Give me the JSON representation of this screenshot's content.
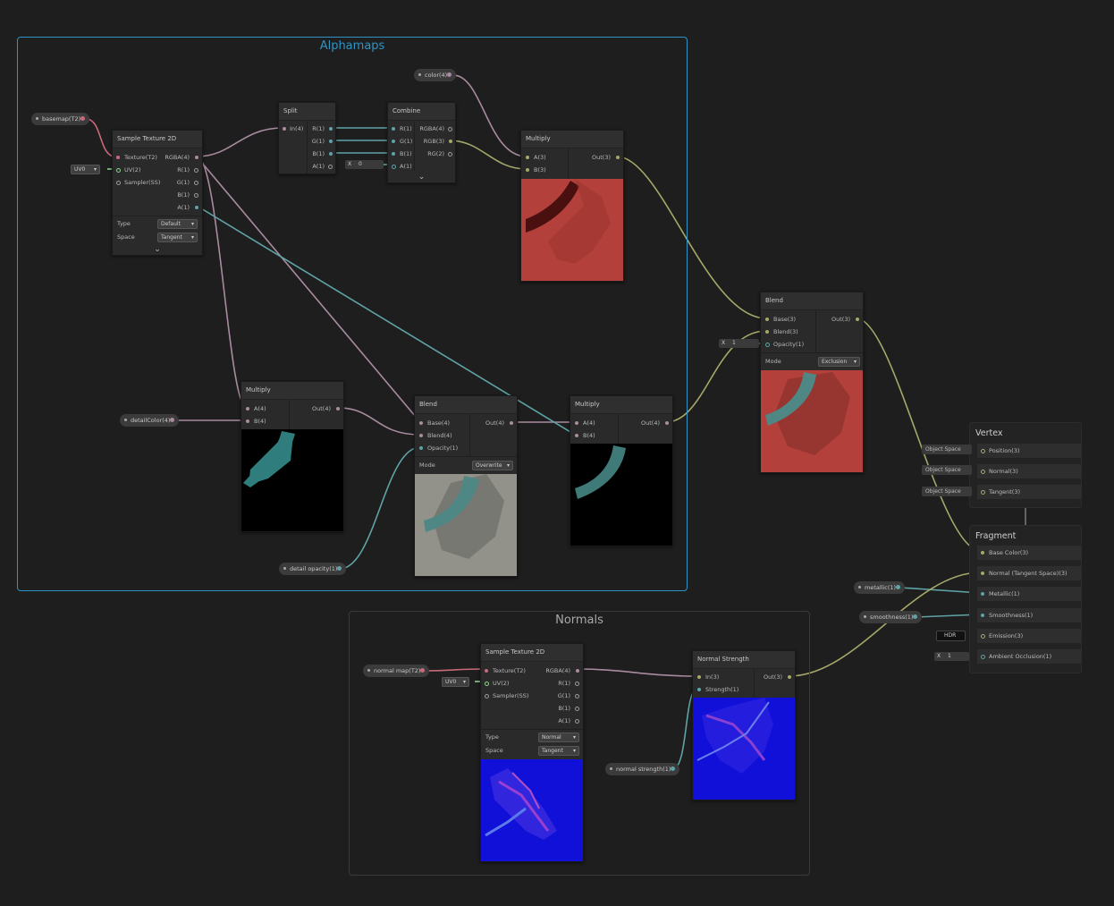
{
  "groups": {
    "alphamaps": "Alphamaps",
    "normals": "Normals"
  },
  "properties": {
    "basemap": "basemap(T2)",
    "color": "color(4)",
    "detail_color": "detailColor(4)",
    "detail_opacity": "detail opacity(1)",
    "normal_map": "normal map(T2)",
    "normal_strength": "normal strength(1)",
    "metallic": "metallic(1)",
    "smoothness": "smoothness(1)"
  },
  "sample_tex": {
    "title": "Sample Texture 2D",
    "inputs": [
      "Texture(T2)",
      "UV(2)",
      "Sampler(SS)"
    ],
    "outputs": [
      "RGBA(4)",
      "R(1)",
      "G(1)",
      "B(1)",
      "A(1)"
    ],
    "type_label": "Type",
    "type_value": "Default",
    "space_label": "Space",
    "space_value": "Tangent",
    "uv": "UV0"
  },
  "split": {
    "title": "Split",
    "input": "In(4)",
    "outputs": [
      "R(1)",
      "G(1)",
      "B(1)",
      "A(1)"
    ]
  },
  "combine": {
    "title": "Combine",
    "inputs": [
      "R(1)",
      "G(1)",
      "B(1)",
      "A(1)"
    ],
    "outputs": [
      "RGBA(4)",
      "RGB(3)",
      "RG(2)"
    ],
    "x_label": "X",
    "x_value": "0"
  },
  "multiply_top": {
    "title": "Multiply",
    "inputs": [
      "A(3)",
      "B(3)"
    ],
    "output": "Out(3)"
  },
  "multiply_left": {
    "title": "Multiply",
    "inputs": [
      "A(4)",
      "B(4)"
    ],
    "output": "Out(4)"
  },
  "blend_mid": {
    "title": "Blend",
    "inputs": [
      "Base(4)",
      "Blend(4)",
      "Opacity(1)"
    ],
    "output": "Out(4)",
    "mode_label": "Mode",
    "mode_value": "Overwrite"
  },
  "multiply_right": {
    "title": "Multiply",
    "inputs": [
      "A(4)",
      "B(4)"
    ],
    "output": "Out(4)"
  },
  "blend_right": {
    "title": "Blend",
    "inputs": [
      "Base(3)",
      "Blend(3)",
      "Opacity(1)"
    ],
    "output": "Out(3)",
    "mode_label": "Mode",
    "mode_value": "Exclusion",
    "x_label": "X",
    "x_value": "1"
  },
  "sample_tex_normal": {
    "title": "Sample Texture 2D",
    "inputs": [
      "Texture(T2)",
      "UV(2)",
      "Sampler(SS)"
    ],
    "outputs": [
      "RGBA(4)",
      "R(1)",
      "G(1)",
      "B(1)",
      "A(1)"
    ],
    "type_label": "Type",
    "type_value": "Normal",
    "space_label": "Space",
    "space_value": "Tangent",
    "uv": "UV0"
  },
  "normal_strength": {
    "title": "Normal Strength",
    "inputs": [
      "In(3)",
      "Strength(1)"
    ],
    "output": "Out(3)"
  },
  "vertex": {
    "title": "Vertex",
    "slots": [
      "Position(3)",
      "Normal(3)",
      "Tangent(3)"
    ],
    "space": "Object Space"
  },
  "fragment": {
    "title": "Fragment",
    "slots": [
      "Base Color(3)",
      "Normal (Tangent Space)(3)",
      "Metallic(1)",
      "Smoothness(1)",
      "Emission(3)",
      "Ambient Occlusion(1)"
    ],
    "hdr": "HDR",
    "ao_x": "X",
    "ao_value": "1"
  },
  "colors": {
    "wire_pink": "#a98ba0",
    "wire_teal": "#5fa3a6",
    "wire_yellow": "#a6a86a",
    "group_blue": "#2f93c5",
    "texture_red": "#b3403a",
    "normal_blue": "#1010d8"
  }
}
